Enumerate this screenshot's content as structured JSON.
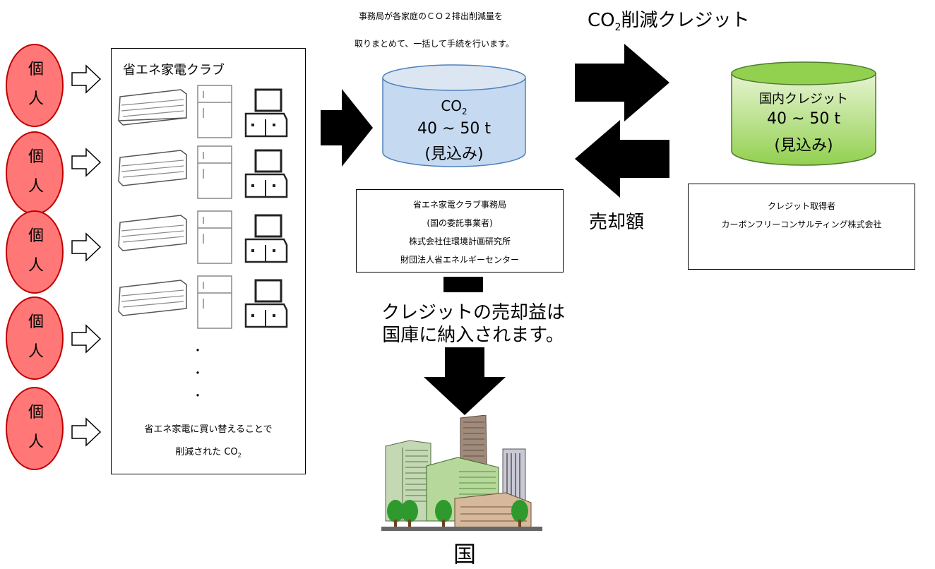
{
  "individuals": [
    "個人",
    "個人",
    "個人",
    "個人",
    "個人"
  ],
  "club": {
    "title": "省エネ家電クラブ",
    "dots": [
      "・",
      "・",
      "・"
    ],
    "footer_line1": "省エネ家電に買い替えることで",
    "footer_line2_prefix": "削減された CO",
    "footer_line2_sub": "2"
  },
  "secretariat_note": {
    "line1": "事務局が各家庭のＣＯ２排出削減量を",
    "line2": "取りまとめて、一括して手続を行います。"
  },
  "co2_cylinder": {
    "label_prefix": "CO",
    "label_sub": "2",
    "amount": "40 ~ 50 t",
    "estimate": "(見込み)"
  },
  "office_box": {
    "line1": "省エネ家電クラブ事務局",
    "line2": "(国の委託事業者)",
    "line3": "株式会社住環境計画研究所",
    "line4": "財団法人省エネルギーセンター"
  },
  "credit_header": {
    "prefix": "CO",
    "sub": "2",
    "suffix": "削減クレジット"
  },
  "sale_label": "売却額",
  "domestic_credit": {
    "line1": "国内クレジット",
    "line2": "40 ~ 50 t",
    "line3": "(見込み)"
  },
  "acquirer_box": {
    "line1": "クレジット取得者",
    "line2": "カーボンフリーコンサルティング株式会社"
  },
  "proceeds_note": {
    "line1": "クレジットの売却益は",
    "line2": "国庫に納入されます。"
  },
  "country_label": "国",
  "colors": {
    "individual_fill": "#ff7777",
    "individual_border": "#c00000",
    "co2_cylinder_fill": "#c5d9f1",
    "credit_cylinder_fill": "#92d050"
  }
}
